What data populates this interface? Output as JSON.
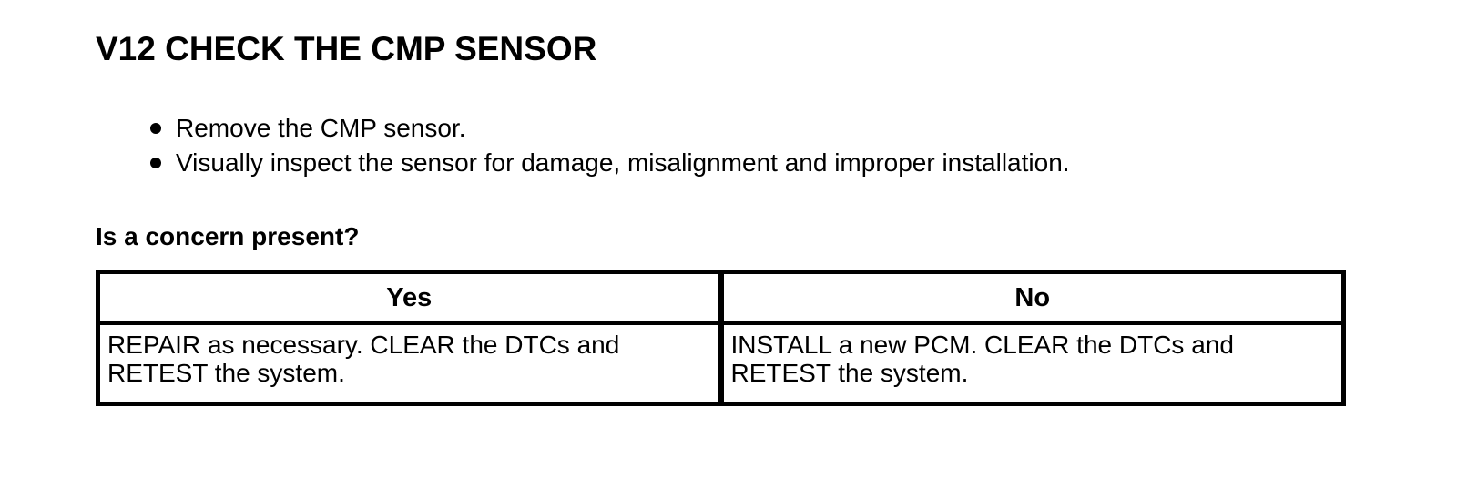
{
  "document": {
    "title": "V12 CHECK THE CMP SENSOR",
    "bullets": [
      "Remove the CMP sensor.",
      "Visually inspect the sensor for damage, misalignment and improper installation."
    ],
    "question": "Is a concern present?",
    "decision_table": {
      "headers": [
        "Yes",
        "No"
      ],
      "cells": [
        {
          "lines": [
            "REPAIR as necessary. CLEAR the DTCs and",
            "RETEST the system."
          ]
        },
        {
          "lines": [
            "INSTALL a new PCM. CLEAR the DTCs and",
            "RETEST the system."
          ]
        }
      ]
    },
    "colors": {
      "text": "#000000",
      "background": "#ffffff",
      "border": "#000000"
    }
  }
}
